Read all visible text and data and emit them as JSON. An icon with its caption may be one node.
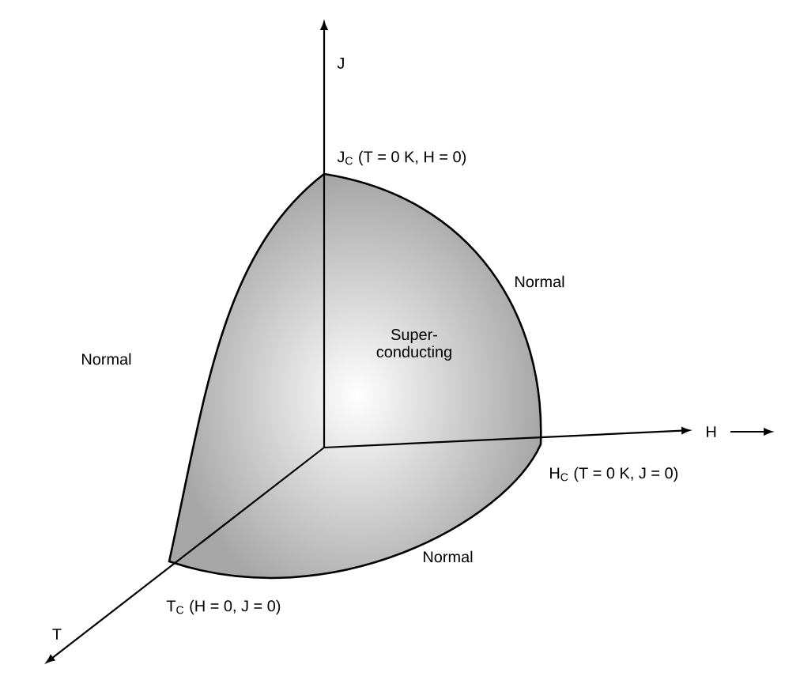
{
  "diagram": {
    "labels": [
      "J",
      "J$_{C}$ (T = 0 K, H = 0)",
      "Normal",
      "Normal",
      "Super- conducting",
      "H",
      "H$_{C}$ (T = 0 K, J = 0)",
      "Normal",
      "T$_{C}$ (H = 0, J = 0)",
      "T"
    ]
  }
}
